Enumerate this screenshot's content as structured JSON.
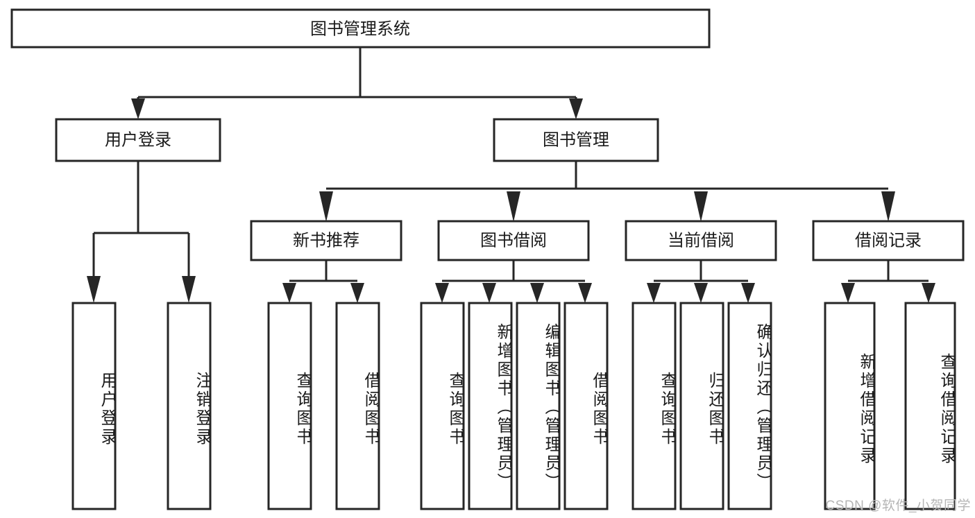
{
  "diagram": {
    "type": "tree-hierarchy-chart",
    "title": "图书管理系统",
    "watermark": "CSDN @软件_小贺同学",
    "colors": {
      "stroke": "#262626",
      "fill": "#ffffff",
      "text": "#1a1a1a",
      "watermark": "#b5b5b5"
    },
    "nodes": {
      "root": {
        "label": "图书管理系统",
        "orientation": "horizontal"
      },
      "level2": [
        {
          "id": "user-login",
          "label": "用户登录",
          "orientation": "horizontal"
        },
        {
          "id": "book-management",
          "label": "图书管理",
          "orientation": "horizontal"
        }
      ],
      "level3": [
        {
          "id": "new-book-recommend",
          "label": "新书推荐",
          "orientation": "horizontal"
        },
        {
          "id": "book-borrow",
          "label": "图书借阅",
          "orientation": "horizontal"
        },
        {
          "id": "current-borrow",
          "label": "当前借阅",
          "orientation": "horizontal"
        },
        {
          "id": "borrow-record",
          "label": "借阅记录",
          "orientation": "horizontal"
        }
      ],
      "leaves": [
        {
          "id": "leaf-user-login",
          "parent": "user-login",
          "label": "用户登录",
          "orientation": "vertical"
        },
        {
          "id": "leaf-logout-login",
          "parent": "user-login",
          "label": "注销登录",
          "orientation": "vertical"
        },
        {
          "id": "leaf-query-book-1",
          "parent": "new-book-recommend",
          "label": "查询图书",
          "orientation": "vertical"
        },
        {
          "id": "leaf-borrow-book-1",
          "parent": "new-book-recommend",
          "label": "借阅图书",
          "orientation": "vertical"
        },
        {
          "id": "leaf-query-book-2",
          "parent": "book-borrow",
          "label": "查询图书",
          "orientation": "vertical"
        },
        {
          "id": "leaf-add-book",
          "parent": "book-borrow",
          "label": "新增图书（管理员）",
          "orientation": "vertical"
        },
        {
          "id": "leaf-edit-book",
          "parent": "book-borrow",
          "label": "编辑图书（管理员）",
          "orientation": "vertical"
        },
        {
          "id": "leaf-borrow-book-2",
          "parent": "book-borrow",
          "label": "借阅图书",
          "orientation": "vertical"
        },
        {
          "id": "leaf-query-book-3",
          "parent": "current-borrow",
          "label": "查询图书",
          "orientation": "vertical"
        },
        {
          "id": "leaf-return-book",
          "parent": "current-borrow",
          "label": "归还图书",
          "orientation": "vertical"
        },
        {
          "id": "leaf-confirm-return",
          "parent": "current-borrow",
          "label": "确认归还（管理员）",
          "orientation": "vertical"
        },
        {
          "id": "leaf-add-record",
          "parent": "borrow-record",
          "label": "新增借阅记录",
          "orientation": "vertical"
        },
        {
          "id": "leaf-query-record",
          "parent": "borrow-record",
          "label": "查询借阅记录",
          "orientation": "vertical"
        }
      ]
    }
  }
}
